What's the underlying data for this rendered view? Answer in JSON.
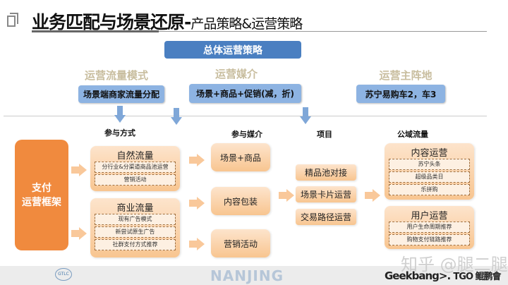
{
  "header": {
    "title": "业务匹配与场景还原-",
    "subtitle": "产品策略&运营策略"
  },
  "top_box": "总体运营策略",
  "columns": [
    {
      "heading": "运营流量模式",
      "box": "场景端商家流量分配",
      "label": "参与方式"
    },
    {
      "heading": "运营媒介",
      "box": "场景+商品+促销(减，折)",
      "label": "参与媒介"
    },
    {
      "heading": "运营主阵地",
      "box": "苏宁易购车2，车3",
      "label": "公域流量"
    }
  ],
  "project_label": "项目",
  "main_box": [
    "支付",
    "运营框架"
  ],
  "traffic": [
    {
      "title": "自然流量",
      "items": [
        "分行业&分渠道商品池运营",
        "营销活动"
      ]
    },
    {
      "title": "商业流量",
      "items": [
        "现有广告模式",
        "新尝试原生广告",
        "社群支付方式推荐"
      ]
    }
  ],
  "media": [
    "场景+商品",
    "内容包装",
    "营销活动"
  ],
  "projects": [
    "精品池对接",
    "场景卡片运营",
    "交易路径运营"
  ],
  "public": [
    {
      "title": "内容运营",
      "items": [
        "苏宁头条",
        "超级品类日",
        "乐拼购"
      ]
    },
    {
      "title": "用户运营",
      "items": [
        "用户生命周期推荐",
        "购物支付链路推荐"
      ]
    }
  ],
  "footer": {
    "gtlc": "GTLC",
    "city": "NANJING",
    "geek": "Geekbang>.",
    "tgo": "TGO 鲲鹏會",
    "watermark": "知乎 @腿二腿"
  }
}
